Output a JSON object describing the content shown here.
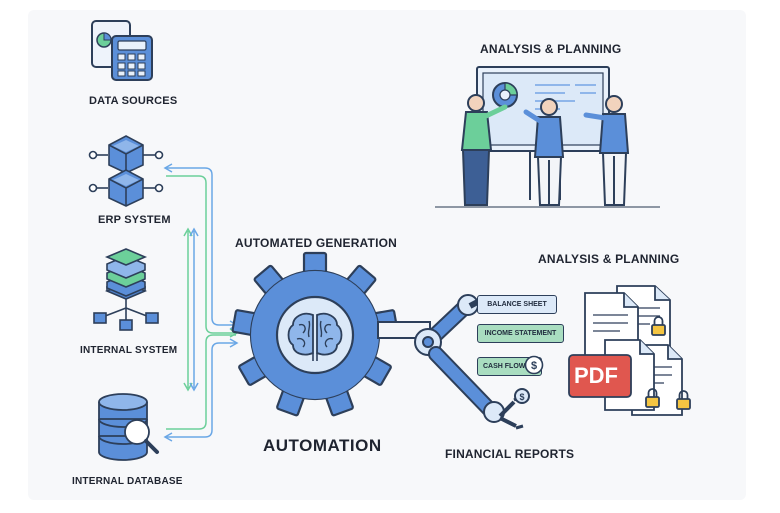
{
  "labels": {
    "data_sources": "DATA SOURCES",
    "erp_system": "ERP SYSTEM",
    "internal_system": "INTERNAL SYSTEM",
    "internal_database": "INTERNAL DATABASE",
    "automated_generation": "AUTOMATED GENERATION",
    "automation": "AUTOMATION",
    "financial_reports": "FINANCIAL REPORTS",
    "analysis_planning_top": "ANALYSIS & PLANNING",
    "analysis_planning_right": "ANALYSIS & PLANNING"
  },
  "reports": {
    "balance_sheet": "BALANCE SHEET",
    "income_statement": "INCOME STATEMENT",
    "cash_flow": "CASH FLOW"
  },
  "pdf_text": "PDF",
  "colors": {
    "primary_blue": "#5b8fd9",
    "dark_stroke": "#2d3f5a",
    "flow_green": "#6ccf9a",
    "flow_blue": "#6aa7e6",
    "pdf_red": "#e0574f",
    "report_green": "#a9ddc0"
  },
  "icons": {
    "data_sources": "calculator-chart-icon",
    "erp": "cubes-network-icon",
    "internal_system": "server-stack-icon",
    "database": "database-search-icon",
    "gear": "gear-brain-icon",
    "robot_arm": "robot-arm-icon",
    "presentation": "team-presentation-icon",
    "documents": "locked-documents-icon"
  }
}
